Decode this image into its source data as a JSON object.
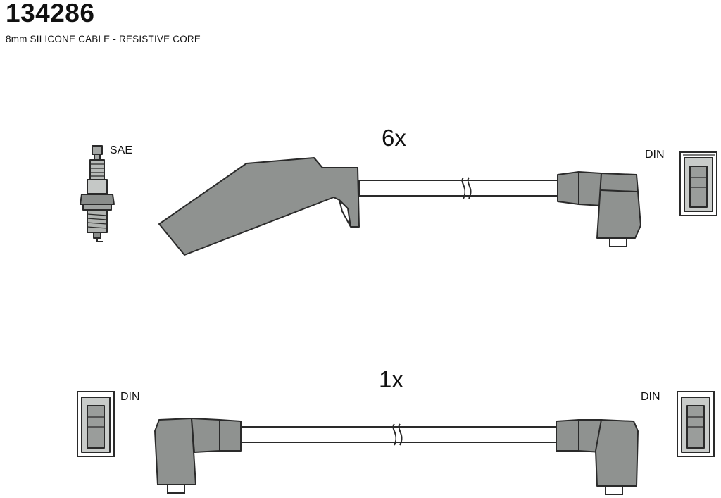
{
  "header": {
    "part_number": "134286",
    "description": "8mm SILICONE CABLE - RESISTIVE CORE"
  },
  "sets": [
    {
      "quantity": "6x",
      "left_label": "SAE",
      "right_label": "DIN"
    },
    {
      "quantity": "1x",
      "left_label": "DIN",
      "right_label": "DIN"
    }
  ],
  "colors": {
    "boot": "#8f9290",
    "outline": "#2a2a2a",
    "background": "#ffffff"
  }
}
